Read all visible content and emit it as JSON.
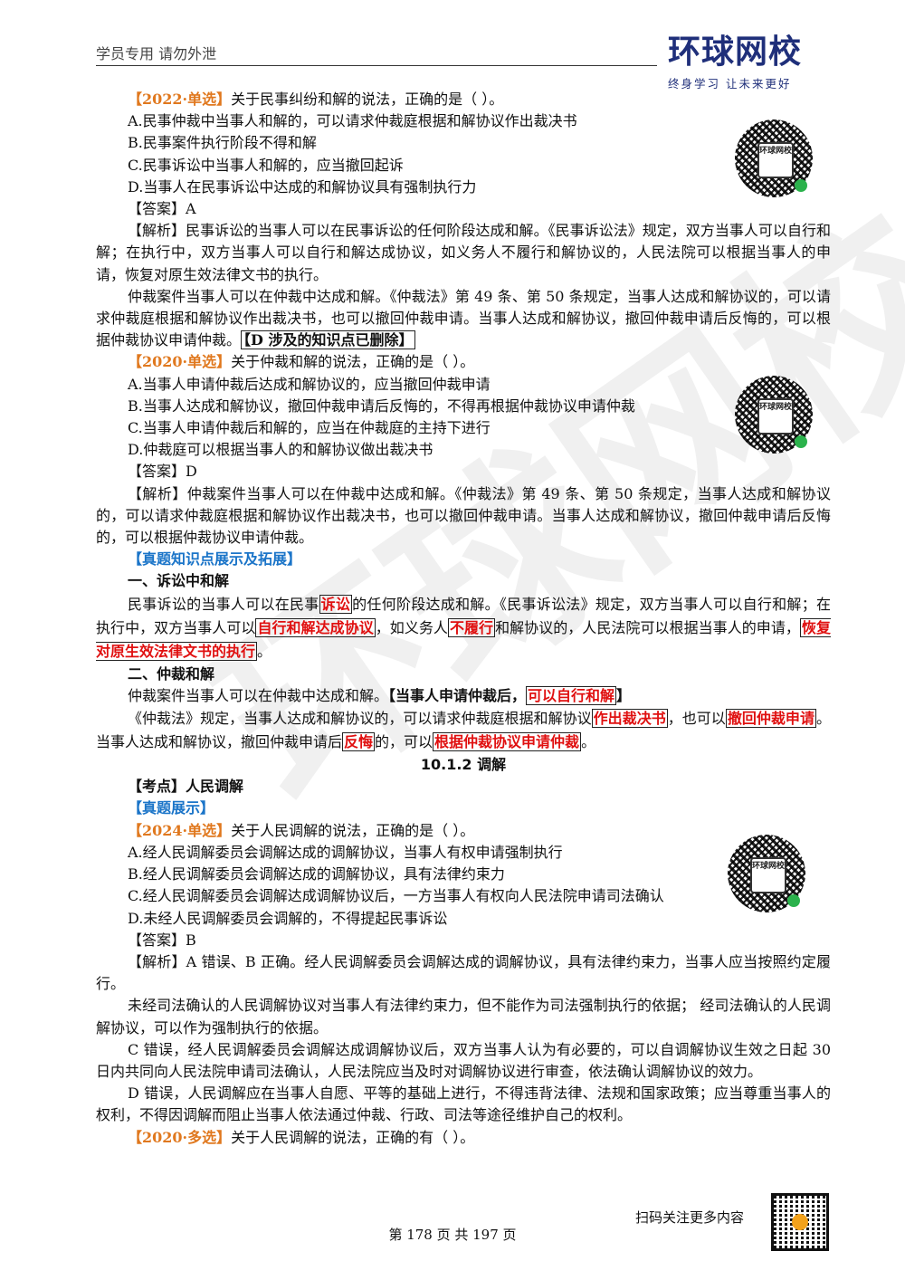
{
  "header": {
    "left": "学员专用 请勿外泄",
    "logo_main": "环球网校",
    "logo_sub": "终身学习 让未来更好"
  },
  "watermark": "环球网校",
  "qr_label": "环球网校",
  "q1": {
    "tag": "【2022·单选】",
    "stem": "关于民事纠纷和解的说法，正确的是（ ）。",
    "options": [
      "A.民事仲裁中当事人和解的，可以请求仲裁庭根据和解协议作出裁决书",
      "B.民事案件执行阶段不得和解",
      "C.民事诉讼中当事人和解的，应当撤回起诉",
      "D.当事人在民事诉讼中达成的和解协议具有强制执行力"
    ],
    "answer": "【答案】A",
    "analysis1": "【解析】民事诉讼的当事人可以在民事诉讼的任何阶段达成和解。《民事诉讼法》规定，双方当事人可以自行和解；在执行中，双方当事人可以自行和解达成协议，如义务人不履行和解协议的，人民法院可以根据当事人的申请，恢复对原生效法律文书的执行。",
    "analysis2": "仲裁案件当事人可以在仲裁中达成和解。《仲裁法》第 49 条、第 50 条规定，当事人达成和解协议的，可以请求仲裁庭根据和解协议作出裁决书，也可以撤回仲裁申请。当事人达成和解协议，撤回仲裁申请后反悔的，可以根据仲裁协议申请仲裁。",
    "note": "【D 涉及的知识点已删除】"
  },
  "q2": {
    "tag": "【2020·单选】",
    "stem": "关于仲裁和解的说法，正确的是（ ）。",
    "options": [
      "A.当事人申请仲裁后达成和解协议的，应当撤回仲裁申请",
      "B.当事人达成和解协议，撤回仲裁申请后反悔的，不得再根据仲裁协议申请仲裁",
      "C.当事人申请仲裁后和解的，应当在仲裁庭的主持下进行",
      "D.仲裁庭可以根据当事人的和解协议做出裁决书"
    ],
    "answer": "【答案】D",
    "analysis": "【解析】仲裁案件当事人可以在仲裁中达成和解。《仲裁法》第 49 条、第 50 条规定，当事人达成和解协议的，可以请求仲裁庭根据和解协议作出裁决书，也可以撤回仲裁申请。当事人达成和解协议，撤回仲裁申请后反悔的，可以根据仲裁协议申请仲裁。"
  },
  "knowledge": {
    "title": "【真题知识点展示及拓展】",
    "h1": "一、诉讼中和解",
    "p1": {
      "t1": "民事诉讼的当事人可以在民事",
      "k1": "诉讼",
      "t2": "的任何阶段达成和解。《民事诉讼法》规定，双方当事人可以自行和解；在执行中，双方当事人可以",
      "k2": "自行和解达成协议",
      "t3": "，如义务人",
      "k3": "不履行",
      "t4": "和解协议的，人民法院可以根据当事人的申请，",
      "k4": "恢复对原生效法律文书的执行",
      "t5": "。"
    },
    "h2": "二、仲裁和解",
    "p2": {
      "t1": "仲裁案件当事人可以在仲裁中达成和解。",
      "b1": "【当事人申请仲裁后，",
      "k1": "可以自行和解",
      "b2": "】"
    },
    "p3": {
      "t1": "《仲裁法》规定，当事人达成和解协议的，可以请求仲裁庭根据和解协议",
      "k1": "作出裁决书",
      "t2": "，也可以",
      "k2": "撤回仲裁申请",
      "t3": "。当事人达成和解协议，撤回仲裁申请后",
      "k3": "反悔",
      "t4": "的，可以",
      "k4": "根据仲裁协议申请仲裁",
      "t5": "。"
    }
  },
  "section": {
    "title": "10.1.2 调解",
    "kaodian": "【考点】人民调解",
    "zhenti": "【真题展示】"
  },
  "q3": {
    "tag": "【2024·单选】",
    "stem": "关于人民调解的说法，正确的是（ ）。",
    "options": [
      "A.经人民调解委员会调解达成的调解协议，当事人有权申请强制执行",
      "B.经人民调解委员会调解达成的调解协议，具有法律约束力",
      "C.经人民调解委员会调解达成调解协议后，一方当事人有权向人民法院申请司法确认",
      "D.未经人民调解委员会调解的，不得提起民事诉讼"
    ],
    "answer": "【答案】B",
    "analysis1": "【解析】A 错误、B 正确。经人民调解委员会调解达成的调解协议，具有法律约束力，当事人应当按照约定履行。",
    "analysis2": "未经司法确认的人民调解协议对当事人有法律约束力，但不能作为司法强制执行的依据； 经司法确认的人民调解协议，可以作为强制执行的依据。",
    "analysis3": "C 错误，经人民调解委员会调解达成调解协议后，双方当事人认为有必要的，可以自调解协议生效之日起 30 日内共同向人民法院申请司法确认，人民法院应当及时对调解协议进行审查，依法确认调解协议的效力。",
    "analysis4": "D 错误，人民调解应在当事人自愿、平等的基础上进行，不得违背法律、法规和国家政策；应当尊重当事人的权利，不得因调解而阻止当事人依法通过仲裁、行政、司法等途径维护自己的权利。"
  },
  "q4": {
    "tag": "【2020·多选】",
    "stem": "关于人民调解的说法，正确的有（ ）。"
  },
  "footer": {
    "page": "第 178 页 共 197 页",
    "right": "扫码关注更多内容"
  }
}
